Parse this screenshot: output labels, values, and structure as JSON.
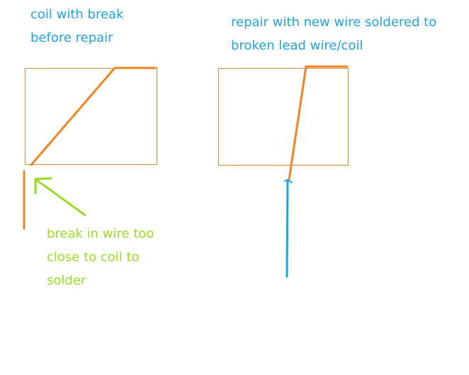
{
  "colors": {
    "caption_blue": "#1ea4de",
    "annotation_green": "#99dd22",
    "wire_orange": "#f58220",
    "coil_outline": "#d8882c",
    "new_wire_blue": "#1ea4de",
    "background": "#ffffff"
  },
  "left_panel": {
    "caption_lines": [
      "coil with break",
      "before repair"
    ],
    "annotation_lines": [
      "break in wire too",
      "close to coil to",
      "solder"
    ]
  },
  "right_panel": {
    "caption_lines": [
      "repair with new wire soldered to",
      "broken lead wire/coil"
    ]
  }
}
